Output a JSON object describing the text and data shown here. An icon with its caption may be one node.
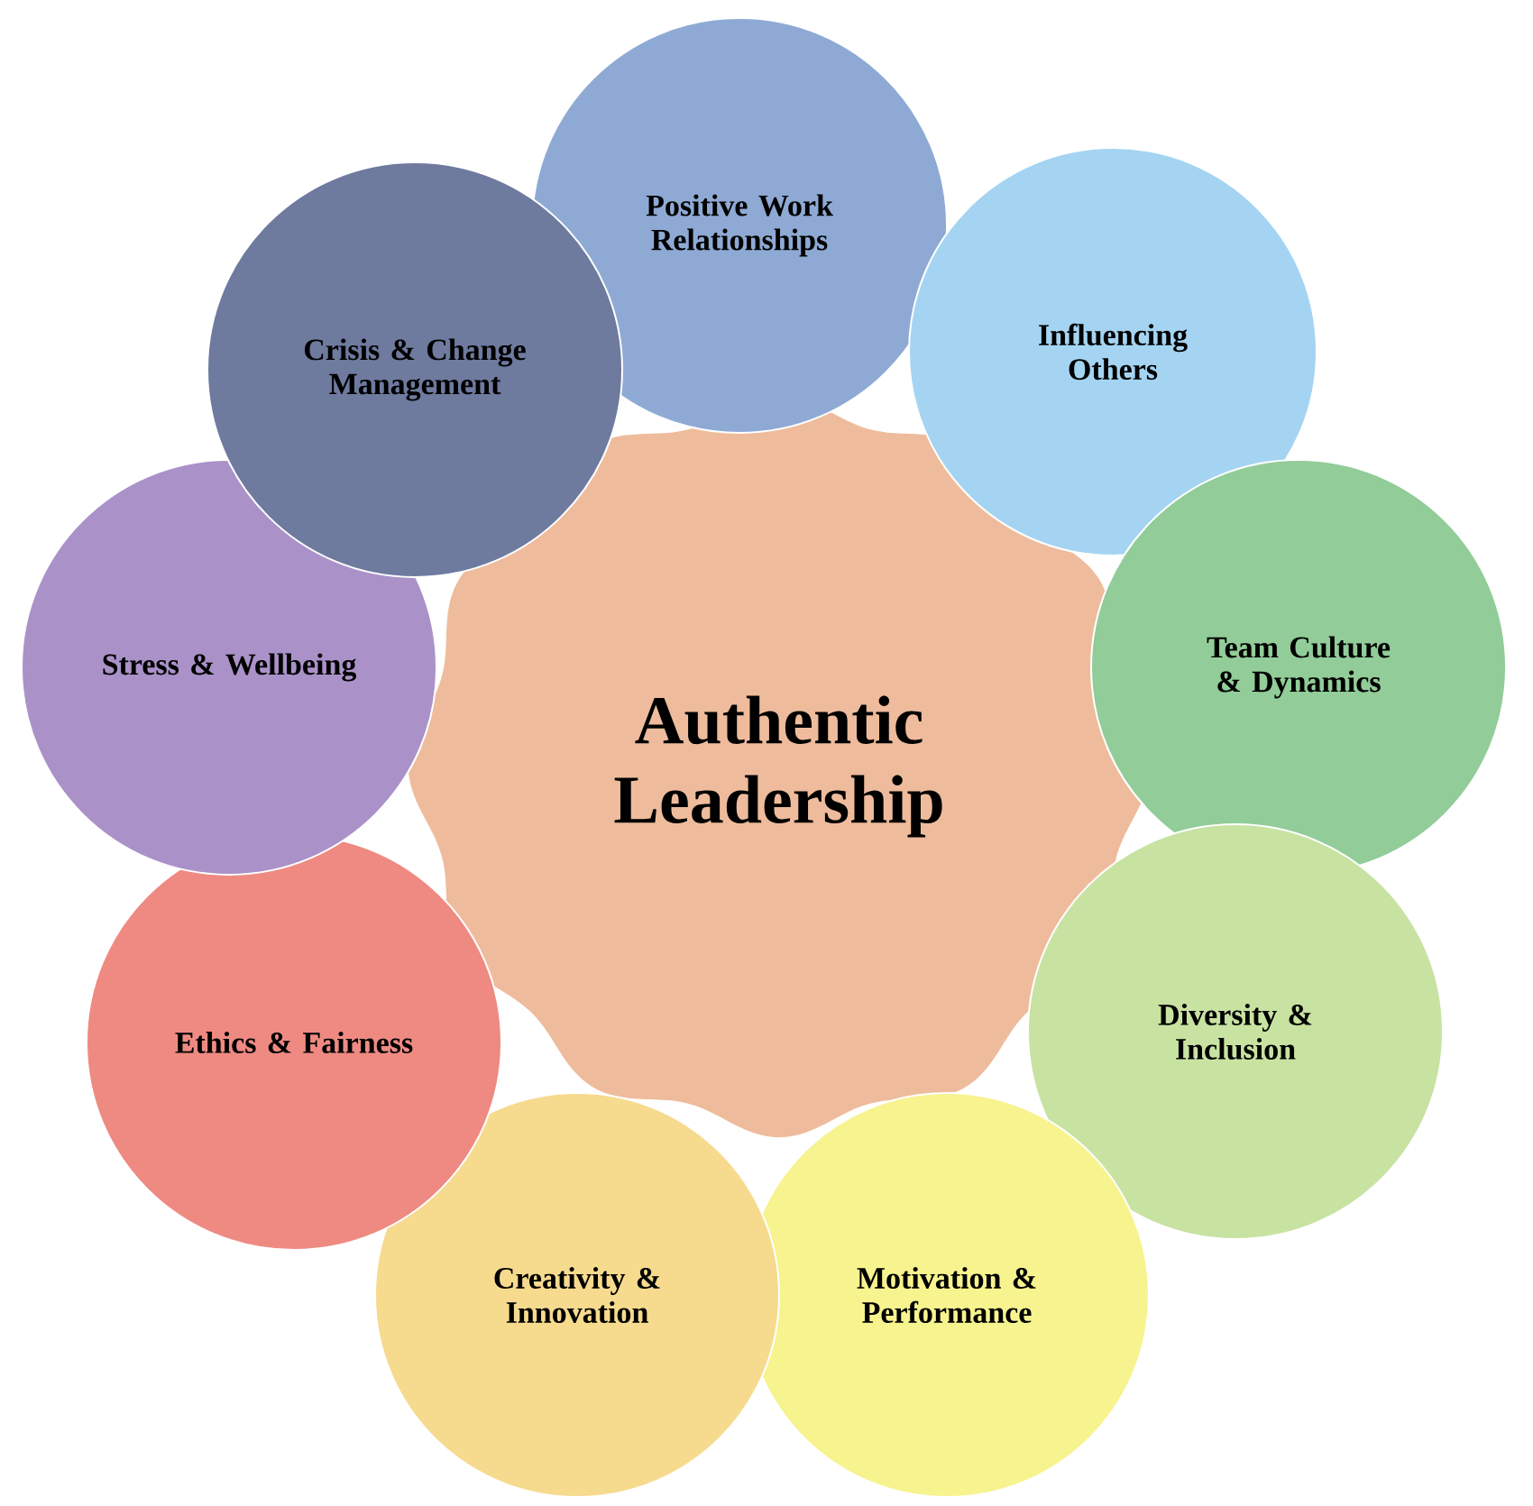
{
  "diagram": {
    "nodes": [
      {
        "text": [
          "Authentic Leadership"
        ]
      },
      {
        "text": [
          "Positive Work Relationships"
        ]
      },
      {
        "text": [
          "Influencing Others"
        ]
      },
      {
        "text": [
          "Team Culture & Dynamics"
        ]
      },
      {
        "text": [
          "Diversity & Inclusion"
        ]
      },
      {
        "text": [
          "Motivation & Performance"
        ]
      },
      {
        "text": [
          "Creativity & Innovation"
        ]
      },
      {
        "text": [
          "Ethics & Fairness"
        ]
      },
      {
        "text": [
          "Stress & Wellbeing"
        ]
      },
      {
        "text": [
          "Crisis & Change Management"
        ]
      }
    ]
  }
}
